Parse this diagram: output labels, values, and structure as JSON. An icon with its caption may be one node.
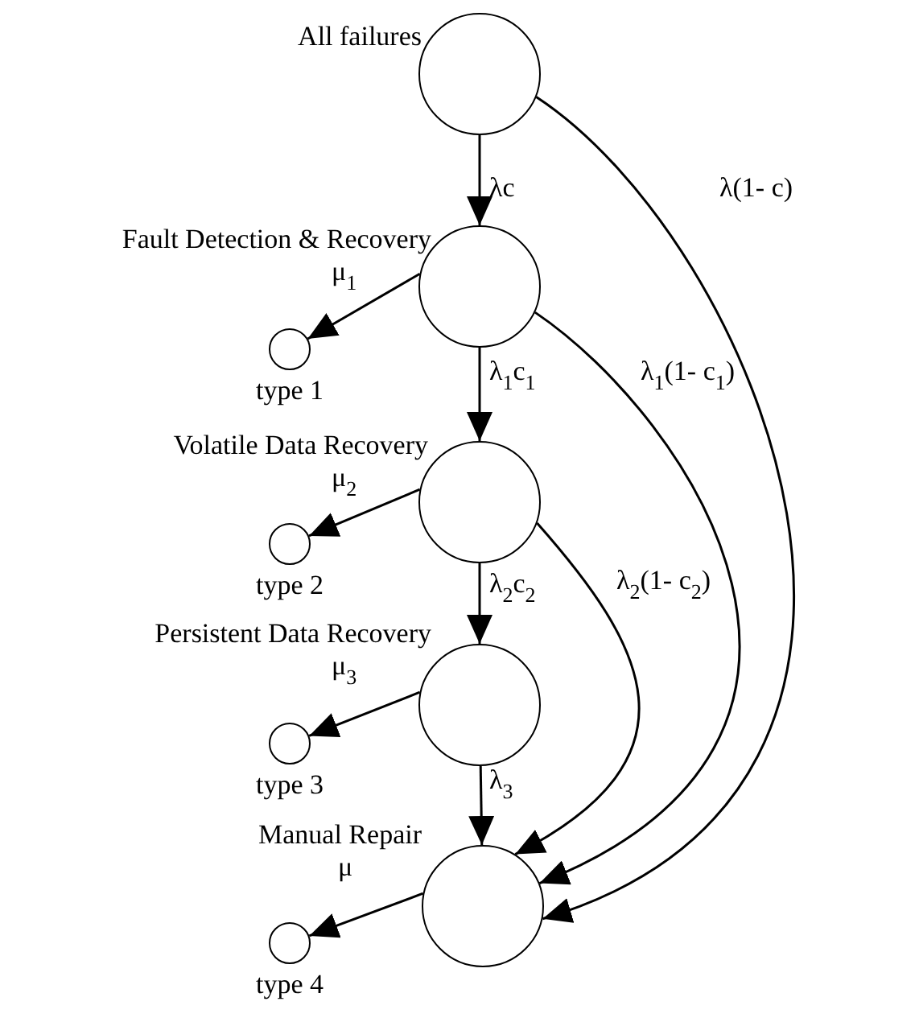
{
  "diagram": {
    "nodes": [
      {
        "text": [
          "All failures"
        ]
      },
      {
        "text": [
          "Fault Detection & Recovery"
        ]
      },
      {
        "text": [
          "type 1"
        ]
      },
      {
        "text": [
          "Volatile Data Recovery"
        ]
      },
      {
        "text": [
          "type 2"
        ]
      },
      {
        "text": [
          "Persistent Data Recovery"
        ]
      },
      {
        "text": [
          "type 3"
        ]
      },
      {
        "text": [
          "Manual Repair"
        ]
      },
      {
        "text": [
          "type 4"
        ]
      }
    ],
    "edges": [
      {
        "from": 0,
        "to": 1,
        "arrow": "to",
        "label": "λc"
      },
      {
        "from": 0,
        "to": 7,
        "arrow": "to",
        "label": "λ(1- c)"
      },
      {
        "from": 1,
        "to": 2,
        "arrow": "to",
        "label": "μ$_{1}$"
      },
      {
        "from": 1,
        "to": 3,
        "arrow": "to",
        "label": "λ$_{1}$c$_{1}$"
      },
      {
        "from": 1,
        "to": 7,
        "arrow": "to",
        "label": "λ$_{1}$(1- c$_{1}$)"
      },
      {
        "from": 3,
        "to": 4,
        "arrow": "to",
        "label": "μ$_{2}$"
      },
      {
        "from": 3,
        "to": 5,
        "arrow": "to",
        "label": "λ$_{2}$c$_{2}$"
      },
      {
        "from": 3,
        "to": 7,
        "arrow": "to",
        "label": "λ$_{2}$(1- c$_{2}$)"
      },
      {
        "from": 5,
        "to": 6,
        "arrow": "to",
        "label": "μ$_{3}$"
      },
      {
        "from": 5,
        "to": 7,
        "arrow": "to",
        "label": "λ$_{3}$"
      },
      {
        "from": 7,
        "to": 8,
        "arrow": "to",
        "label": "μ"
      }
    ]
  }
}
